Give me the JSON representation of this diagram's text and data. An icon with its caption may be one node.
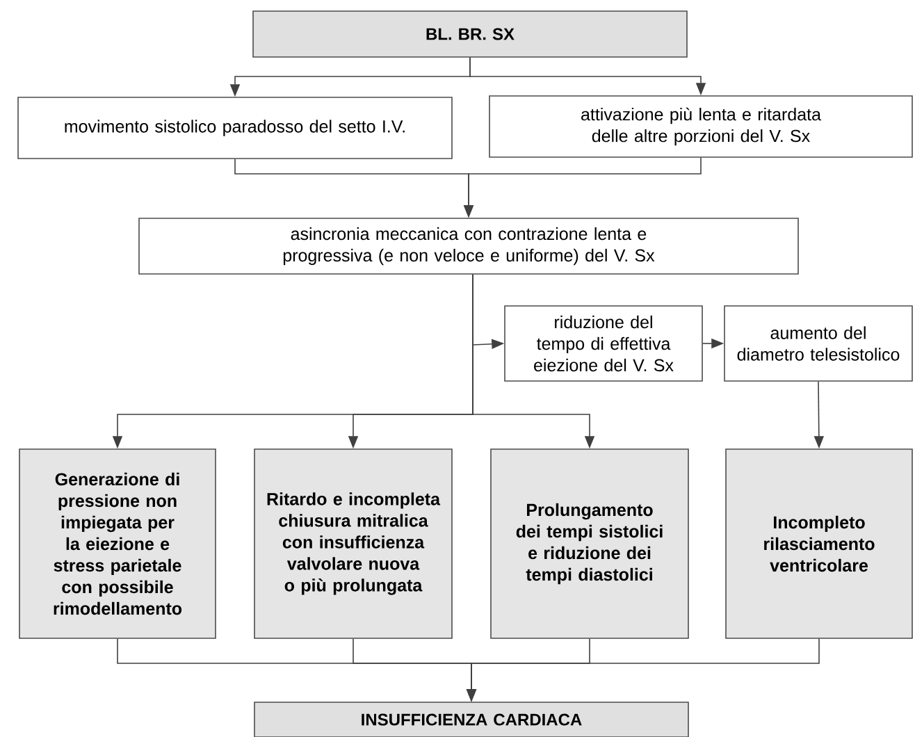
{
  "diagram": {
    "nodes": [
      {
        "text": [
          "BL. BR. SX"
        ]
      },
      {
        "text": [
          "movimento sistolico paradosso del setto I.V."
        ]
      },
      {
        "text": [
          "attivazione più lenta e ritardata delle altre porzioni del V. Sx"
        ]
      },
      {
        "text": [
          "asincronia meccanica con contrazione lenta e progressiva (e non veloce e uniforme) del V. Sx"
        ]
      },
      {
        "text": [
          "riduzione del tempo di effettiva eiezione del V. Sx"
        ]
      },
      {
        "text": [
          "aumento del diametro telesistolico"
        ]
      },
      {
        "text": [
          "Generazione di pressione non impiegata per la eiezione e stress parietale con possibile rimodellamento"
        ]
      },
      {
        "text": [
          "Ritardo e incompleta chiusura mitralica con insufficienza valvolare nuova o più prolungata"
        ]
      },
      {
        "text": [
          "Prolungamento dei tempi sistolici e riduzione dei tempi diastolici"
        ]
      },
      {
        "text": [
          "Incompleto rilasciamento ventricolare"
        ]
      },
      {
        "text": [
          "INSUFFICIENZA CARDIACA"
        ]
      }
    ],
    "edges": [
      {
        "from": 0,
        "to": 1,
        "arrow": "to"
      },
      {
        "from": 0,
        "to": 2,
        "arrow": "to"
      },
      {
        "from": 1,
        "to": 3,
        "arrow": "to"
      },
      {
        "from": 2,
        "to": 3,
        "arrow": "to"
      },
      {
        "from": 3,
        "to": 4,
        "arrow": "to"
      },
      {
        "from": 4,
        "to": 5,
        "arrow": "to"
      },
      {
        "from": 3,
        "to": 6,
        "arrow": "to"
      },
      {
        "from": 3,
        "to": 7,
        "arrow": "to"
      },
      {
        "from": 3,
        "to": 8,
        "arrow": "to"
      },
      {
        "from": 5,
        "to": 9,
        "arrow": "to"
      },
      {
        "from": 6,
        "to": 10,
        "arrow": "to"
      },
      {
        "from": 7,
        "to": 10,
        "arrow": "to"
      },
      {
        "from": 8,
        "to": 10,
        "arrow": "to"
      },
      {
        "from": 9,
        "to": 10,
        "arrow": "to"
      }
    ]
  }
}
